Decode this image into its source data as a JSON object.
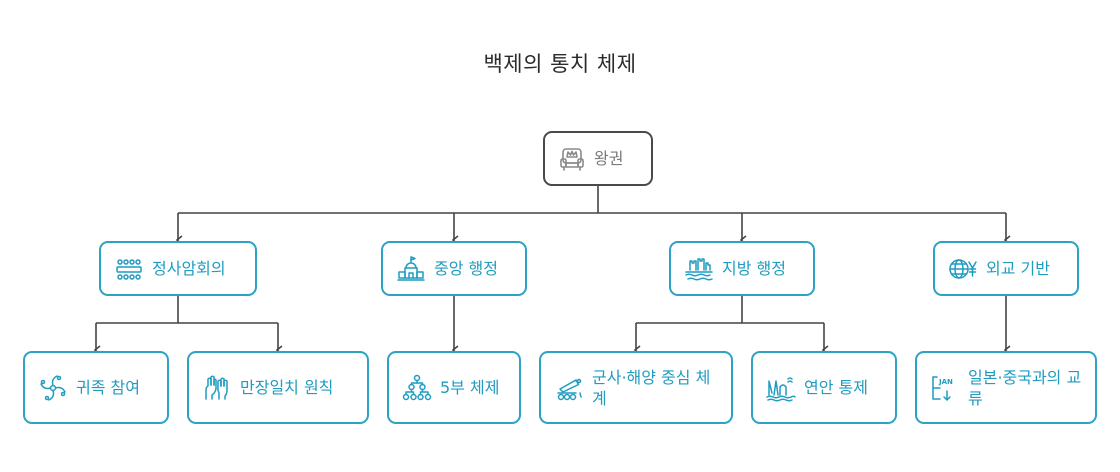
{
  "title": "백제의 통치 체제",
  "root": {
    "label": "왕권",
    "icon": "throne-icon"
  },
  "branches": [
    {
      "label": "정사암회의",
      "icon": "council-table-icon"
    },
    {
      "label": "중앙 행정",
      "icon": "government-building-icon"
    },
    {
      "label": "지방 행정",
      "icon": "castle-landscape-icon"
    },
    {
      "label": "외교 기반",
      "icon": "globe-currency-icon"
    }
  ],
  "leaves": [
    {
      "label": "귀족 참여",
      "icon": "swirl-people-icon"
    },
    {
      "label": "만장일치 원칙",
      "icon": "raised-hands-icon"
    },
    {
      "label": "5부 체제",
      "icon": "hierarchy-icon"
    },
    {
      "label": "군사·해양 중심 체계",
      "icon": "cannon-icon"
    },
    {
      "label": "연안 통제",
      "icon": "lighthouse-coast-icon"
    },
    {
      "label": "일본·중국과의 교류",
      "icon": "calendar-arrow-icon"
    }
  ],
  "colors": {
    "accent": "#2aa3c4",
    "root_border": "#4a4a4a",
    "connector": "#444444"
  }
}
